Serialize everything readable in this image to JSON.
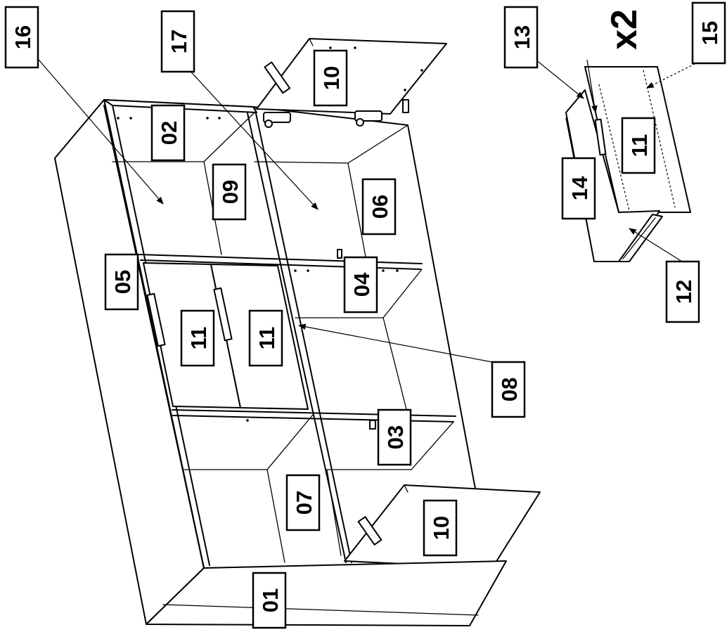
{
  "labels": {
    "p01": "01",
    "p02": "02",
    "p03": "03",
    "p04": "04",
    "p05": "05",
    "p06": "06",
    "p07": "07",
    "p08": "08",
    "p09": "09",
    "p10a": "10",
    "p10b": "10",
    "p11a": "11",
    "p11b": "11",
    "p11c": "11",
    "p12": "12",
    "p13": "13",
    "p14": "14",
    "p15": "15",
    "p16": "16",
    "p17": "17"
  },
  "multiplier": "x2"
}
